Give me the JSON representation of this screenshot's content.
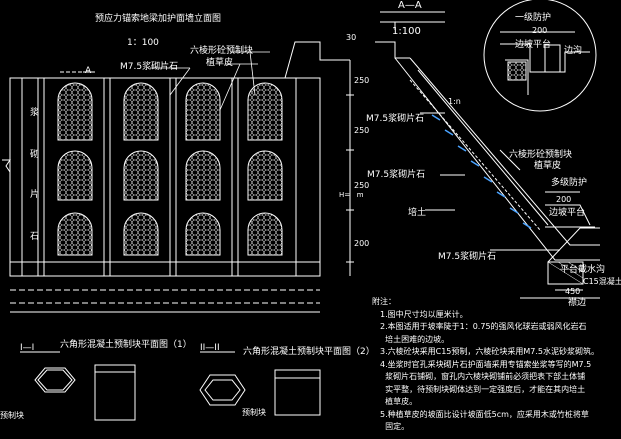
{
  "elevation": {
    "title": "预应力锚索地梁加护面墙立面图",
    "scale": "1：100",
    "section_mark": "A",
    "callout_hex": "六棱形砼预制块",
    "callout_grass": "植草皮",
    "callout_mortar": "M7.5浆砌片石",
    "column_labels": [
      "浆",
      "砌",
      "片",
      "石"
    ],
    "dim_labels": [
      "250",
      "250",
      "250",
      "200"
    ],
    "side_label": "H=   m"
  },
  "section": {
    "title": "A—A",
    "scale": "1:100",
    "mortar_top": "M7.5浆砌片石",
    "mortar_mid": "M7.5浆砌片石",
    "mortar_bottom": "M7.5浆砌片石",
    "fill": "培土",
    "hex_block": "六棱形砼预制块",
    "grass": "植草皮",
    "slope": "1:n",
    "drain": "平台截水沟",
    "concrete": "C15混凝土",
    "footing_dim": "450",
    "toe": "襟边",
    "dims": [
      "200",
      "200",
      "30"
    ]
  },
  "details": {
    "level1_title": "一级防护",
    "level1_dim": "200",
    "level1_berm": "边坡平台",
    "level1_ditch": "边沟",
    "multi_title": "多级防护",
    "multi_dim": "200",
    "multi_berm": "边坡平台"
  },
  "plans": {
    "plan1_title": "六角形混凝土预制块平面图（1）",
    "plan2_title": "六角形混凝土预制块平面图（2）",
    "sec1": "I—I",
    "sec2": "II—II",
    "block_label1": "预制块",
    "block_label2": "预制块"
  },
  "notes": {
    "heading": "附注：",
    "items": [
      "1.图中尺寸均以厘米计。",
      "2.本图适用于坡率陡于1：0.75的强风化球岩或弱风化岩石",
      "  培土困难的边坡。",
      "3.六棱砼块采用C15预制，六棱砼块采用M7.5水泥砂浆砌筑。",
      "4.坐浆时官孔采块砌片石护面墙采用专锚索坐浆等写的M7.5",
      "  浆砌片石铺砌，窗孔内六棱块砌铺前必须把表下部土体铺",
      "  实平整，待预制块砌体达到一定强度后，才能在其内培土",
      "  植草皮。",
      "5.种植草皮的坡面比设计坡面低5cm，应采用木或竹桩将草",
      "  固定。"
    ]
  }
}
